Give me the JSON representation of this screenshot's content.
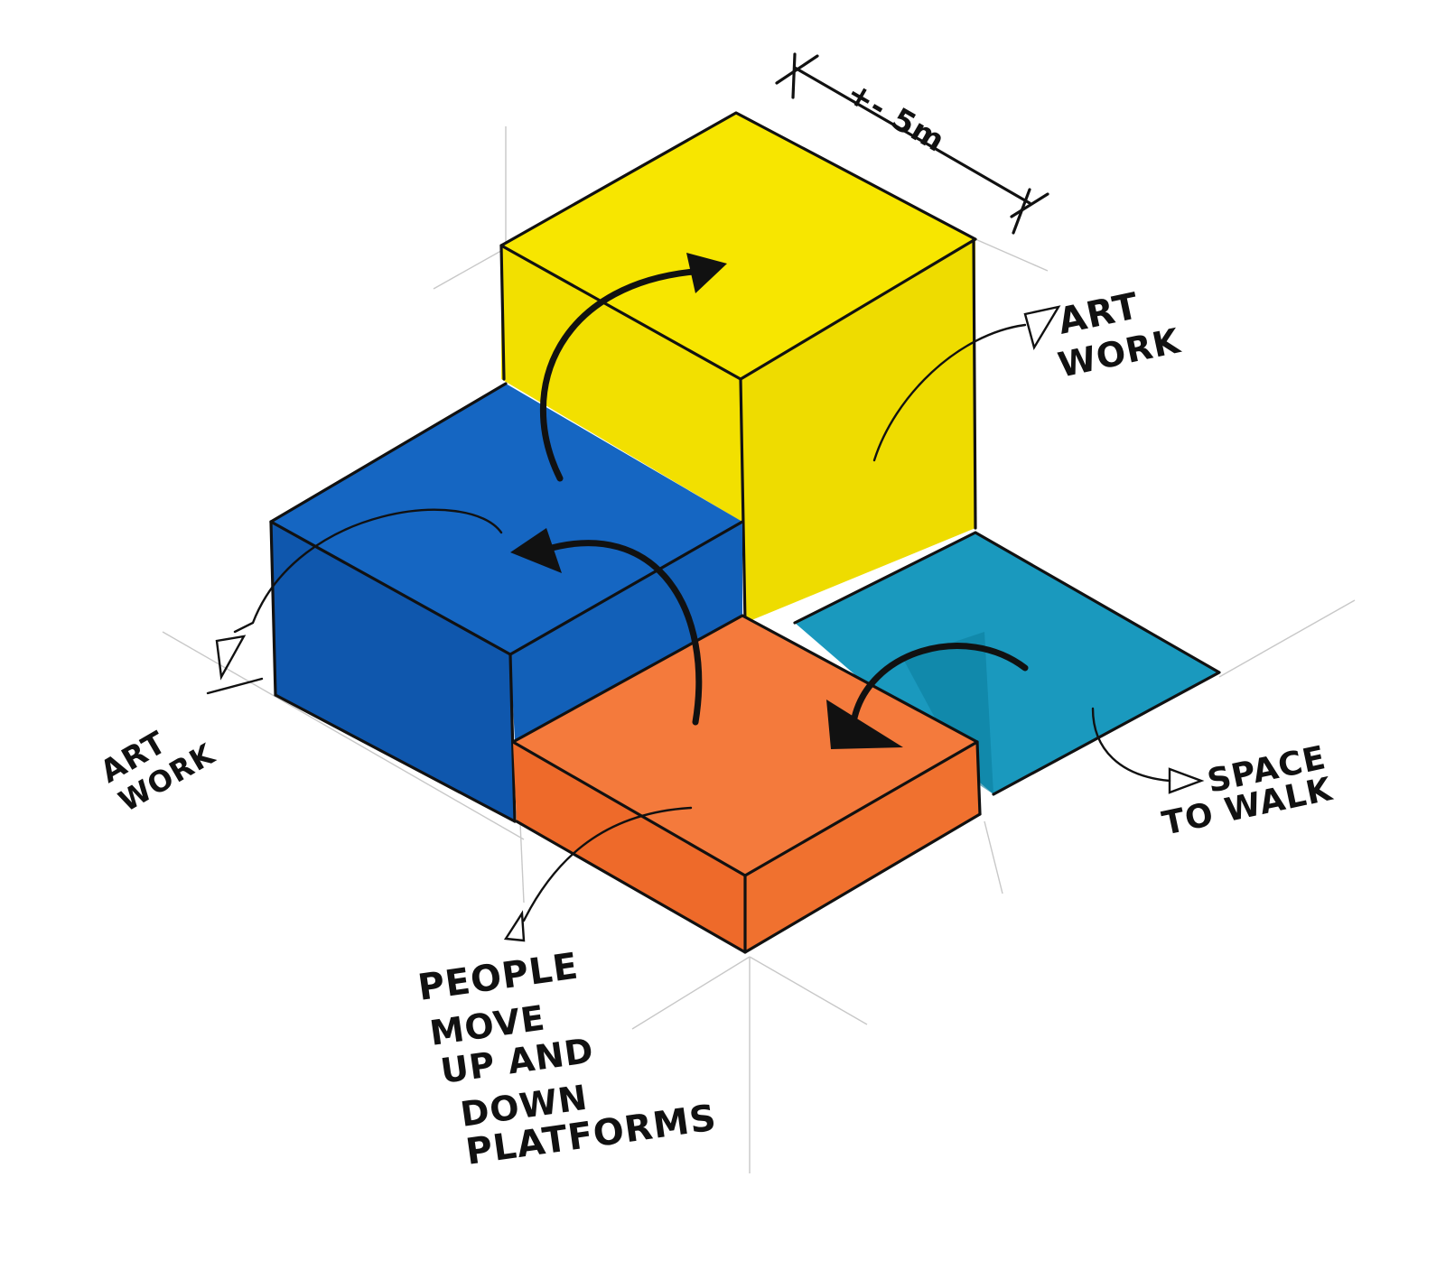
{
  "colors": {
    "yellow_cube": "#f7e600",
    "yellow_cube_right": "#eedc00",
    "blue_platform": "#1566c2",
    "blue_platform_front": "#0f57ad",
    "orange_platform": "#f47a3c",
    "orange_platform_front": "#ee6a2a",
    "teal_floor": "#0e93ba",
    "ink": "#111111"
  },
  "labels": {
    "dimension": "+- 5m",
    "art_work_right": [
      "ART",
      "WORK"
    ],
    "art_work_left": [
      "ART",
      "WORK"
    ],
    "space_to_walk": [
      "SPACE",
      "TO WALK"
    ],
    "people_move": [
      "PEOPLE",
      "MOVE",
      "UP AND",
      "DOWN",
      "PLATFORMS"
    ]
  }
}
